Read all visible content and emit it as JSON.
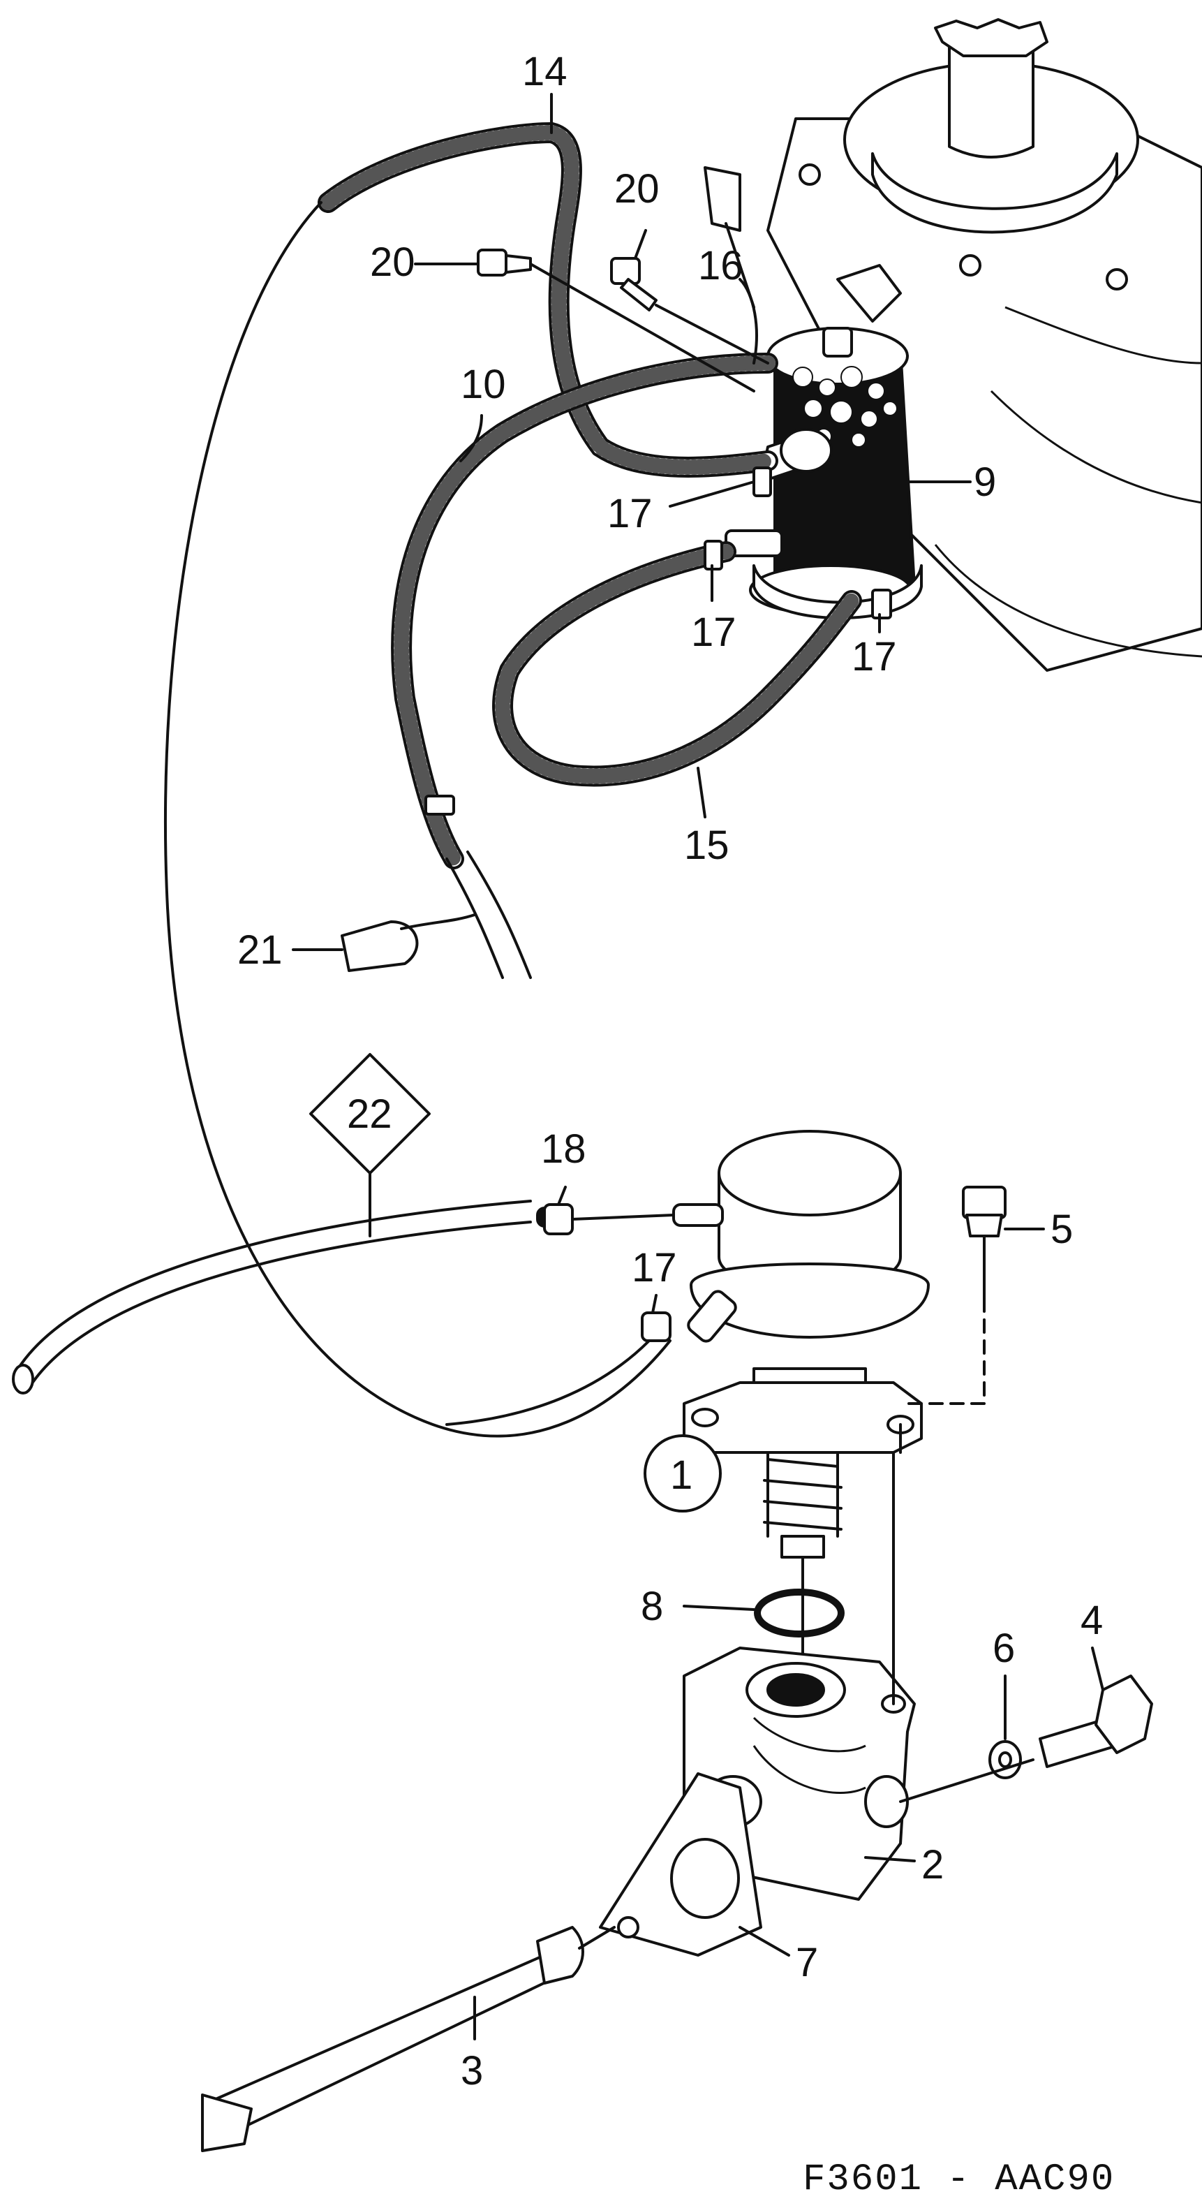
{
  "diagram": {
    "figure_code": "F3601 - AAC90",
    "callouts": {
      "c1": "1",
      "c2": "2",
      "c3": "3",
      "c4": "4",
      "c5": "5",
      "c6": "6",
      "c7": "7",
      "c8": "8",
      "c9": "9",
      "c10": "10",
      "c14": "14",
      "c15": "15",
      "c16": "16",
      "c17a": "17",
      "c17b": "17",
      "c17c": "17",
      "c17d": "17",
      "c18": "18",
      "c20a": "20",
      "c20b": "20",
      "c21": "21",
      "c22": "22"
    }
  }
}
